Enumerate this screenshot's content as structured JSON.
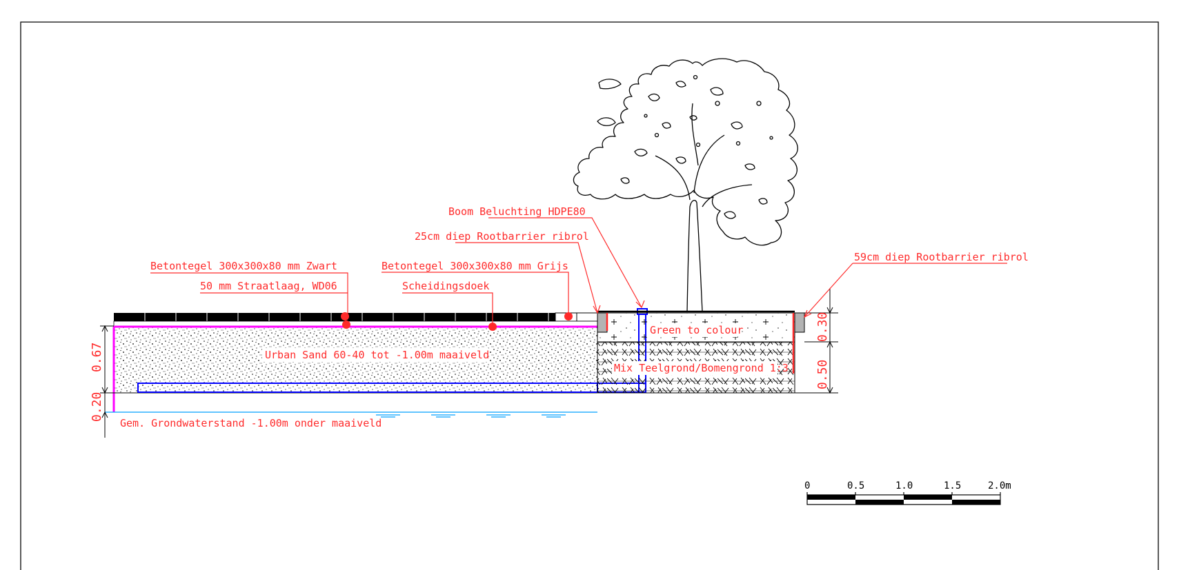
{
  "labels": {
    "boom_beluchting": "Boom Beluchting HDPE80",
    "rootbarrier_25": "25cm diep Rootbarrier ribrol",
    "rootbarrier_59": "59cm diep Rootbarrier ribrol",
    "betontegel_zwart": "Betontegel 300x300x80 mm Zwart",
    "straatlaag": "50 mm Straatlaag, WD06",
    "betontegel_grijs": "Betontegel 300x300x80 mm Grijs",
    "scheidingsdoek": "Scheidingsdoek",
    "green_to_colour": "Green to colour",
    "urban_sand": "Urban Sand 60-40 tot -1.00m maaiveld",
    "mix_teelgrond": "Mix Teelgrond/Bomengrond 1:3",
    "grondwaterstand": "Gem. Grondwaterstand -1.00m onder maaiveld"
  },
  "dimensions": {
    "left_upper": "0.67",
    "left_lower": "0.20",
    "right_upper": "0.30",
    "right_lower": "0.50"
  },
  "scale_bar": {
    "ticks": [
      "0",
      "0.5",
      "1.0",
      "1.5",
      "2.0m"
    ]
  },
  "colors": {
    "annotation": "#ff2a2a",
    "magenta": "#ff00ff",
    "blue": "#0000ff",
    "water": "#00a0ff"
  }
}
